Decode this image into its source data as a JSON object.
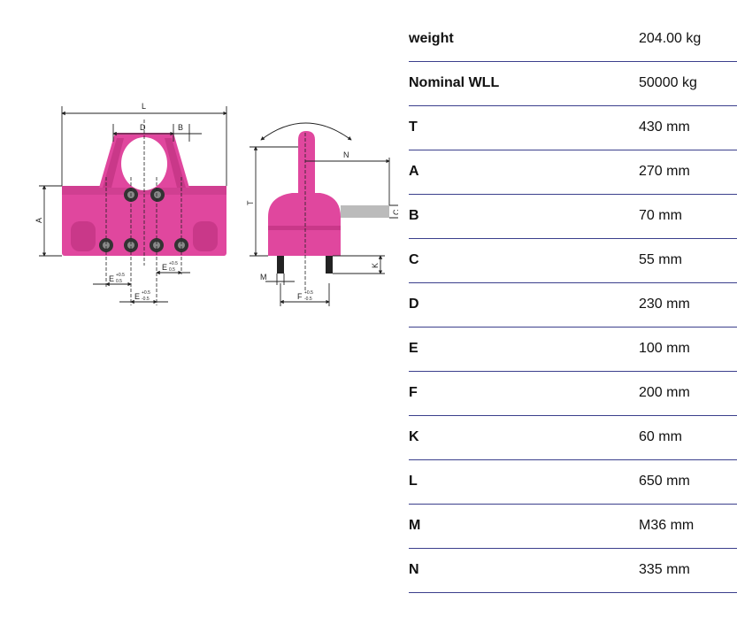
{
  "colors": {
    "product": "#e0479e",
    "product_dark": "#b8307c",
    "rule": "#3b3f8c",
    "dimension_line": "#222222"
  },
  "drawing": {
    "front_view": {
      "labels": {
        "L": "L",
        "D": "D",
        "B": "B",
        "A": "A",
        "E_lower": "E",
        "E_upper": "E",
        "E_bottom": "E"
      }
    },
    "side_view": {
      "labels": {
        "N": "N",
        "T": "T",
        "C": "C",
        "K": "K",
        "M": "M",
        "F": "F"
      }
    },
    "tolerance_plus": "+0.5",
    "tolerance_minus": "-0.5",
    "tolerance_minus_short": "0.5"
  },
  "specs": [
    {
      "label": "weight",
      "value": "204.00 kg"
    },
    {
      "label": "Nominal WLL",
      "value": "50000 kg"
    },
    {
      "label": "T",
      "value": "430 mm"
    },
    {
      "label": "A",
      "value": "270 mm"
    },
    {
      "label": "B",
      "value": "70 mm"
    },
    {
      "label": "C",
      "value": "55 mm"
    },
    {
      "label": "D",
      "value": "230 mm"
    },
    {
      "label": "E",
      "value": "100 mm"
    },
    {
      "label": "F",
      "value": "200 mm"
    },
    {
      "label": "K",
      "value": "60 mm"
    },
    {
      "label": "L",
      "value": "650 mm"
    },
    {
      "label": "M",
      "value": "M36 mm"
    },
    {
      "label": "N",
      "value": "335 mm"
    }
  ]
}
